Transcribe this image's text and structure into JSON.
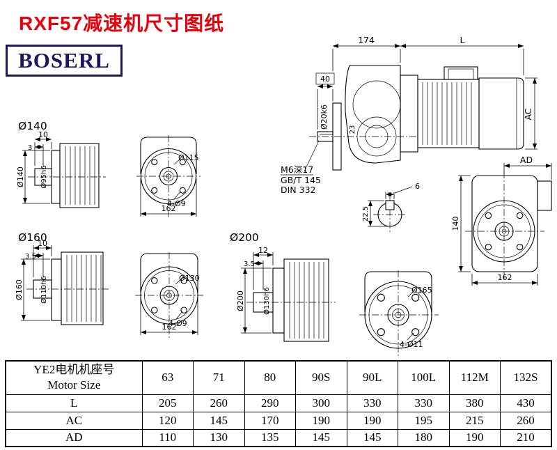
{
  "page": {
    "title": "RXF57减速机尺寸图纸",
    "brand": "BOSERL"
  },
  "drawings": {
    "f140": {
      "label": "Ø140",
      "d10": "10",
      "d3": "3",
      "od": "Ø140",
      "spigot": "Ø95h6",
      "bc": "Ø115",
      "holes": "4-Ø9",
      "w": "162"
    },
    "f160": {
      "label": "Ø160",
      "d10": "10",
      "d35": "3.5",
      "od": "Ø160",
      "spigot": "Ø110h6",
      "bc": "Ø130",
      "holes": "4-Ø9",
      "w": "162"
    },
    "f200": {
      "label": "Ø200",
      "d12": "12",
      "d35": "3.5",
      "od": "Ø200",
      "spigot": "Ø130h6",
      "bc": "Ø165",
      "holes": "4-Ø11"
    },
    "assembly": {
      "d174": "174",
      "dL": "L",
      "d40": "40",
      "shaft": "Ø20k6",
      "d23": "23",
      "tap": "M6深17",
      "gb": "GB/T 145",
      "din": "DIN 332",
      "ac": "AC",
      "key_w": "6",
      "key_h": "22.5",
      "ad": "AD",
      "h": "140",
      "w": "162"
    }
  },
  "table": {
    "header_line1": "YE2电机机座号",
    "header_line2": "Motor Size",
    "columns": [
      "63",
      "71",
      "80",
      "90S",
      "90L",
      "100L",
      "112M",
      "132S"
    ],
    "rows": [
      {
        "label": "L",
        "values": [
          "205",
          "260",
          "290",
          "300",
          "330",
          "330",
          "380",
          "430"
        ]
      },
      {
        "label": "AC",
        "values": [
          "120",
          "145",
          "170",
          "190",
          "190",
          "195",
          "215",
          "260"
        ]
      },
      {
        "label": "AD",
        "values": [
          "110",
          "130",
          "135",
          "145",
          "145",
          "180",
          "190",
          "210"
        ]
      }
    ]
  }
}
